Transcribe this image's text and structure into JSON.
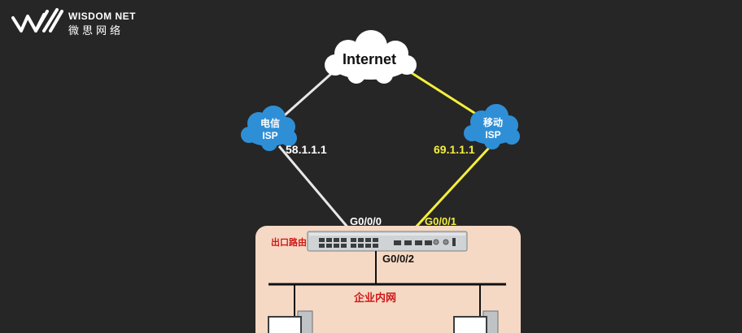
{
  "brand": {
    "name_en": "WISDOM NET",
    "name_cn": "微思网络"
  },
  "internet": {
    "label": "Internet"
  },
  "isp_left": {
    "line1": "电信",
    "line2": "ISP",
    "ip": "58.1.1.1",
    "port": "G0/0/0"
  },
  "isp_right": {
    "line1": "移动",
    "line2": "ISP",
    "ip": "69.1.1.1",
    "port": "G0/0/1"
  },
  "router": {
    "label": "出口路由",
    "lan_port": "G0/0/2"
  },
  "lan": {
    "label": "企业内网"
  },
  "colors": {
    "background": "#262626",
    "telecom_link": "#e8e8e8",
    "mobile_link": "#f4ef3c",
    "cloud_blue": "#2f8fd6",
    "panel_fill": "#f6d9c4",
    "label_red": "#d01818"
  }
}
